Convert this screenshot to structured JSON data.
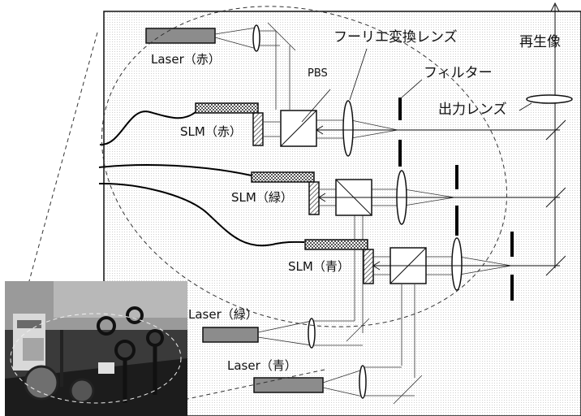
{
  "labels": {
    "fourier_lens": "フーリエ変換レンズ",
    "reconstruction": "再生像",
    "filter": "フィルター",
    "output_lens": "出力レンズ",
    "pbs": "PBS",
    "laser_red": "Laser（赤）",
    "laser_green": "Laser（緑）",
    "laser_blue": "Laser（青）",
    "slm_red": "SLM（赤）",
    "slm_green": "SLM（緑）",
    "slm_blue": "SLM（青）"
  },
  "colors": {
    "line": "#1a1a1a",
    "panel_dots": "#d8d8d8",
    "laser_fill": "#8c8c8c",
    "photo_bg": "#2e2e2e"
  },
  "icons": {
    "inset": "optical-bench-photo"
  }
}
